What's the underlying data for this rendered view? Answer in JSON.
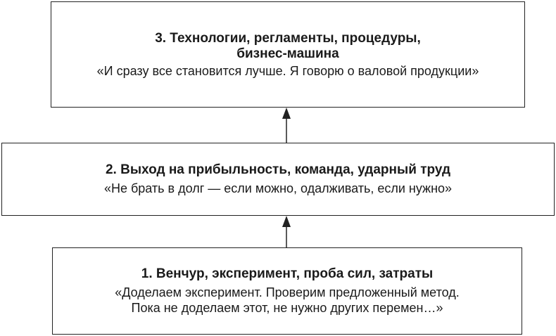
{
  "stages": [
    {
      "title_lines": [
        "3. Технологии, регламенты, процедуры,",
        "бизнес-машина"
      ],
      "quote_lines": [
        "«И сразу все становится лучше. Я говорю о валовой продукции»"
      ]
    },
    {
      "title_lines": [
        "2. Выход на прибыльность, команда, ударный труд"
      ],
      "quote_lines": [
        "«Не брать в долг — если можно, одалживать, если нужно»"
      ]
    },
    {
      "title_lines": [
        "1. Венчур, эксперимент, проба сил, затраты"
      ],
      "quote_lines": [
        "«Доделаем эксперимент. Проверим предложенный метод.",
        "Пока не доделаем этот, не нужно других перемен…»"
      ]
    }
  ],
  "colors": {
    "border": "#222222",
    "text": "#1a1a1a"
  }
}
